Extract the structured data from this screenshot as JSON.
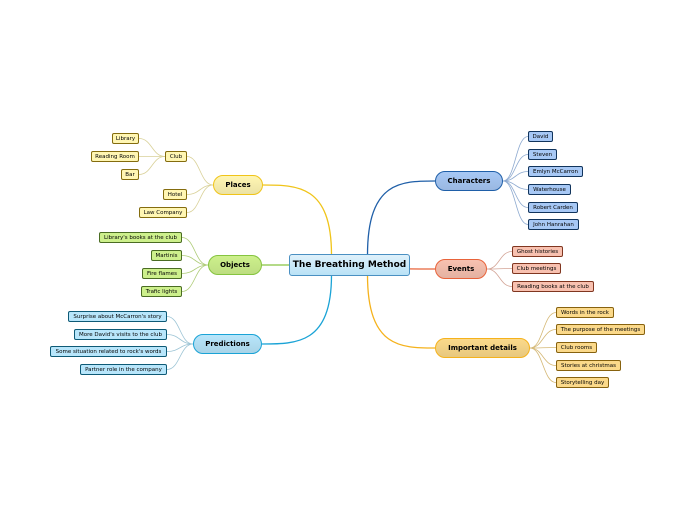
{
  "root": {
    "label": "The Breathing Method",
    "color": "#4a90c2"
  },
  "branches": {
    "places": {
      "label": "Places",
      "color": "#f0c419",
      "fill": "#fff6b3",
      "children": {
        "club": {
          "label": "Club",
          "children": {
            "library": "Library",
            "reading_room": "Reading Room",
            "bar": "Bar"
          }
        },
        "hotel": "Hotel",
        "law_company": "Law Company"
      }
    },
    "objects": {
      "label": "Objects",
      "color": "#86c440",
      "fill": "#cdf08c",
      "children": {
        "library_books": "Library's books at the club",
        "martinis": "Martinis",
        "fire_flames": "Fire flames",
        "trafic_lights": "Trafic lights"
      }
    },
    "predictions": {
      "label": "Predictions",
      "color": "#1aa3d6",
      "fill": "#b8e6fb",
      "children": {
        "surprise": "Surprise about McCarron's story",
        "visits": "More David's visits to the club",
        "situation": "Some situation related to rock's words",
        "partner": "Partner role in the company"
      }
    },
    "characters": {
      "label": "Characters",
      "color": "#1f5fa8",
      "fill": "#a7c8f5",
      "children": {
        "david": "David",
        "steven": "Steven",
        "emlyn": "Emlyn McCarron",
        "waterhouse": "Waterhouse",
        "robert": "Robert Carden",
        "john": "John Hanrahan"
      }
    },
    "events": {
      "label": "Events",
      "color": "#e8633a",
      "fill": "#f8c1b0",
      "children": {
        "ghost": "Ghost histories",
        "meetings": "Club meetings",
        "reading": "Reading books at the club"
      }
    },
    "details": {
      "label": "Important details",
      "color": "#f5b21c",
      "fill": "#fbd98a",
      "children": {
        "words": "Words in the rock",
        "purpose": "The purpose of the meetings",
        "rooms": "Club rooms",
        "stories": "Stories at christmas",
        "storytelling": "Storytelling day"
      }
    }
  }
}
